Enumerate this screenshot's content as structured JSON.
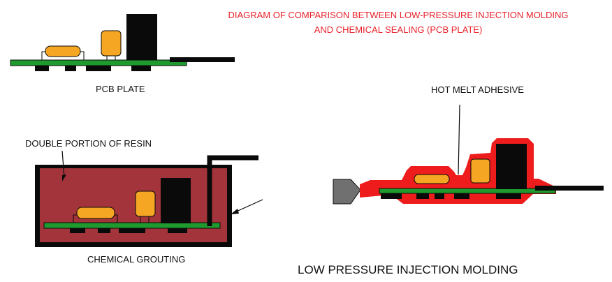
{
  "title": {
    "line1": "DIAGRAM OF COMPARISON BETWEEN LOW-PRESSURE INJECTION MOLDING",
    "line2": "AND CHEMICAL SEALING (PCB PLATE)"
  },
  "labels": {
    "pcb_plate": "PCB PLATE",
    "double_portion_of_resin": "DOUBLE PORTION OF RESIN",
    "chemical_grouting": "CHEMICAL GROUTING",
    "hot_melt_adhesive": "HOT MELT ADHESIVE",
    "low_pressure_injection_molding": "LOW PRESSURE INJECTION MOLDING"
  },
  "colors": {
    "title": "#e8212a",
    "board": "#1f9a2e",
    "component_orange": "#f5a623",
    "component_black": "#0a0a0a",
    "resin": "#a3343b",
    "hot_melt_red": "#ee1c1c",
    "nozzle_gray": "#707070"
  }
}
